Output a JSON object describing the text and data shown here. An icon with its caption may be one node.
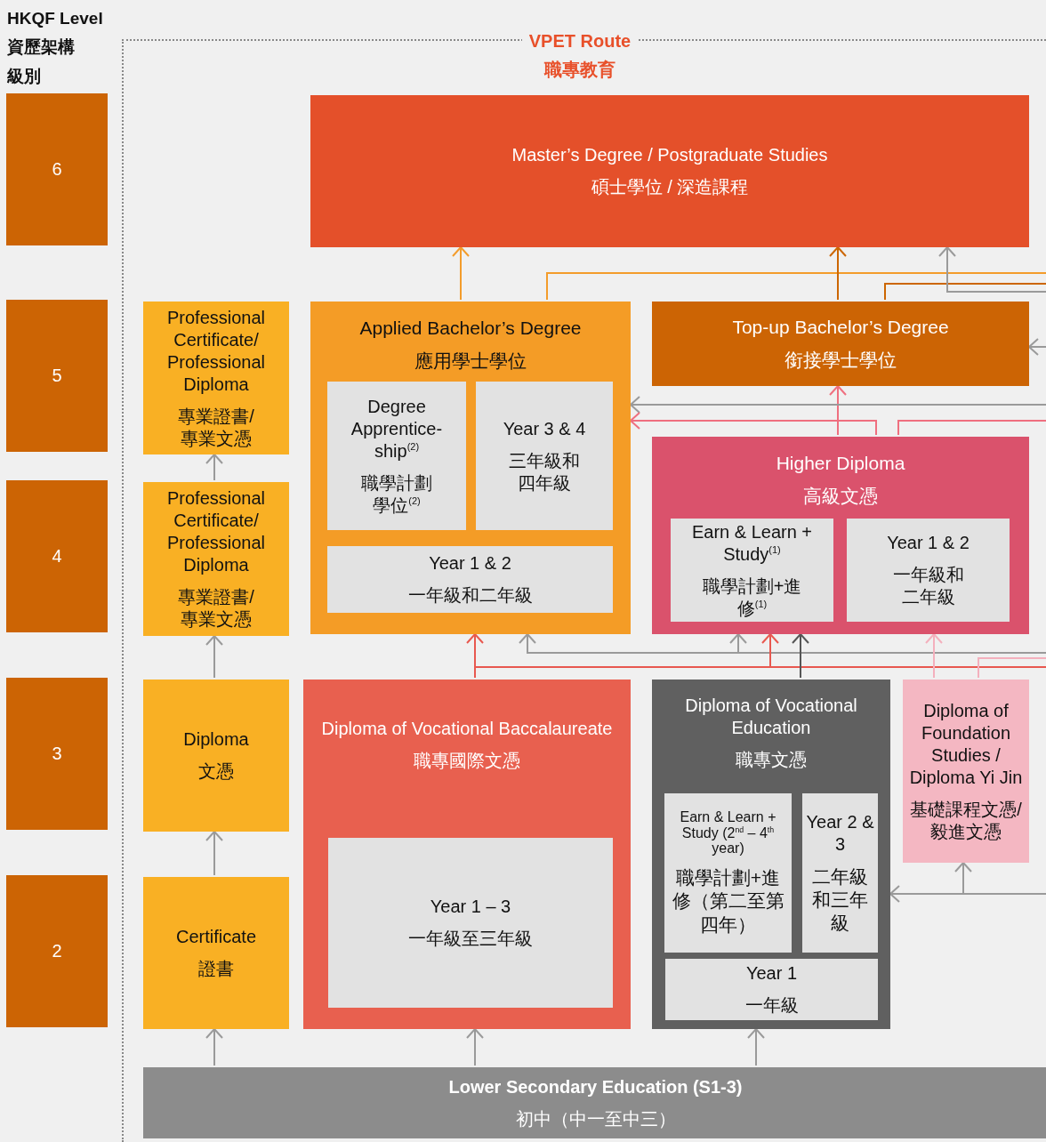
{
  "diagram": {
    "nodes": [
      {
        "text": [
          "VPET Route",
          "職專教育"
        ]
      },
      {
        "text": [
          "Master’s Degree / Postgraduate Studies",
          "碩士學位 / 深造課程"
        ],
        "in": 0
      },
      {
        "text": [
          "Professional Certificate/ Professional Diploma",
          "專業證書/專業文憑"
        ],
        "in": 0
      },
      {
        "text": [
          "Applied Bachelor’s Degree",
          "應用學士學位"
        ],
        "in": 0
      },
      {
        "text": [
          "Degree Apprentice- ship$^{(2)}$",
          "職學計劃學位$^{(2)}$"
        ],
        "in": 3
      },
      {
        "text": [
          "Year 3 & 4",
          "三年級和四年級"
        ],
        "in": 3
      },
      {
        "text": [
          "Year 1 & 2",
          "一年級和二年級"
        ],
        "in": 3
      },
      {
        "text": [
          "Top-up Bachelor’s Degree",
          "銜接學士學位"
        ],
        "in": 0
      },
      {
        "text": [
          "Professional Certificate/ Professional Diploma",
          "專業證書/專業文憑"
        ],
        "in": 0
      },
      {
        "text": [
          "Higher Diploma",
          "高級文憑"
        ],
        "in": 0
      },
      {
        "text": [
          "Earn & Learn + Study$^{(1)}$",
          "職學計劃+進修$^{(1)}$"
        ],
        "in": 9
      },
      {
        "text": [
          "Year 1 & 2",
          "一年級和二年級"
        ],
        "in": 9
      },
      {
        "text": [
          "Diploma",
          "文憑"
        ],
        "in": 0
      },
      {
        "text": [
          "Diploma of Vocational Baccalaureate",
          "職專國際文憑"
        ],
        "in": 0
      },
      {
        "text": [
          "Year 1 – 3",
          "一年級至三年級"
        ],
        "in": 13
      },
      {
        "text": [
          "Diploma of Vocational Education",
          "職專文憑"
        ],
        "in": 0
      },
      {
        "text": [
          "Earn & Learn + Study (2$^{nd}$ – 4$^{th}$ year)",
          "職學計劃+進修（第二至第四年）"
        ],
        "in": 15
      },
      {
        "text": [
          "Year 2 & 3",
          "二年級和三年級"
        ],
        "in": 15
      },
      {
        "text": [
          "Year 1",
          "一年級"
        ],
        "in": 15
      },
      {
        "text": [
          "Diploma of Foundation Studies / Diploma Yi Jin",
          "基礎課程文憑/毅進文憑"
        ],
        "in": 0
      },
      {
        "text": [
          "Certificate",
          "證書"
        ],
        "in": 0
      },
      {
        "text": [
          "Lower Secondary Education (S1-3)",
          "初中（中一至中三）"
        ],
        "in": 0
      },
      {
        "text": [
          "6"
        ]
      },
      {
        "text": [
          "5"
        ]
      },
      {
        "text": [
          "4"
        ]
      },
      {
        "text": [
          "3"
        ]
      },
      {
        "text": [
          "2"
        ]
      }
    ],
    "edges": [
      {
        "from": 20,
        "to": 12,
        "arrow": "to"
      },
      {
        "from": 12,
        "to": 8,
        "arrow": "to"
      },
      {
        "from": 8,
        "to": 2,
        "arrow": "to"
      },
      {
        "from": 21,
        "to": 20,
        "arrow": "to"
      },
      {
        "from": 21,
        "to": 13,
        "arrow": "to"
      },
      {
        "from": 21,
        "to": 15,
        "arrow": "to"
      },
      {
        "from": 3,
        "to": 1,
        "arrow": "to",
        "color": "#f39c2b"
      },
      {
        "from": 3,
        "to": null,
        "arrow": "none",
        "color": "#f39c2b"
      },
      {
        "from": 7,
        "to": 1,
        "arrow": "to",
        "color": "#cc6600"
      },
      {
        "from": 7,
        "to": null,
        "arrow": "none",
        "color": "#cc6600"
      },
      {
        "from": null,
        "to": 1,
        "arrow": "to"
      },
      {
        "from": null,
        "to": 7,
        "arrow": "to"
      },
      {
        "from": 9,
        "to": 7,
        "arrow": "to",
        "color": "#ef6f7f"
      },
      {
        "from": null,
        "to": 3,
        "arrow": "to"
      },
      {
        "from": 9,
        "to": 3,
        "arrow": "to",
        "color": "#ef6f7f"
      },
      {
        "from": 9,
        "to": null,
        "arrow": "none",
        "color": "#ef6f7f"
      },
      {
        "from": null,
        "to": 3,
        "arrow": "to"
      },
      {
        "from": null,
        "to": 9,
        "arrow": "to"
      },
      {
        "from": 13,
        "to": 3,
        "arrow": "to",
        "color": "#e8584f"
      },
      {
        "from": 13,
        "to": 9,
        "arrow": "to",
        "color": "#e8584f"
      },
      {
        "from": 13,
        "to": null,
        "arrow": "none",
        "color": "#e8584f"
      },
      {
        "from": 15,
        "to": 9,
        "arrow": "to",
        "color": "#555555"
      },
      {
        "from": 19,
        "to": 9,
        "arrow": "to",
        "color": "#f4b0bd"
      },
      {
        "from": 19,
        "to": null,
        "arrow": "none",
        "color": "#f4b0bd"
      },
      {
        "from": null,
        "to": 15,
        "arrow": "to"
      },
      {
        "from": null,
        "to": 19,
        "arrow": "to"
      }
    ],
    "labels": [
      "HKQF Level",
      "資歷架構級別"
    ]
  }
}
